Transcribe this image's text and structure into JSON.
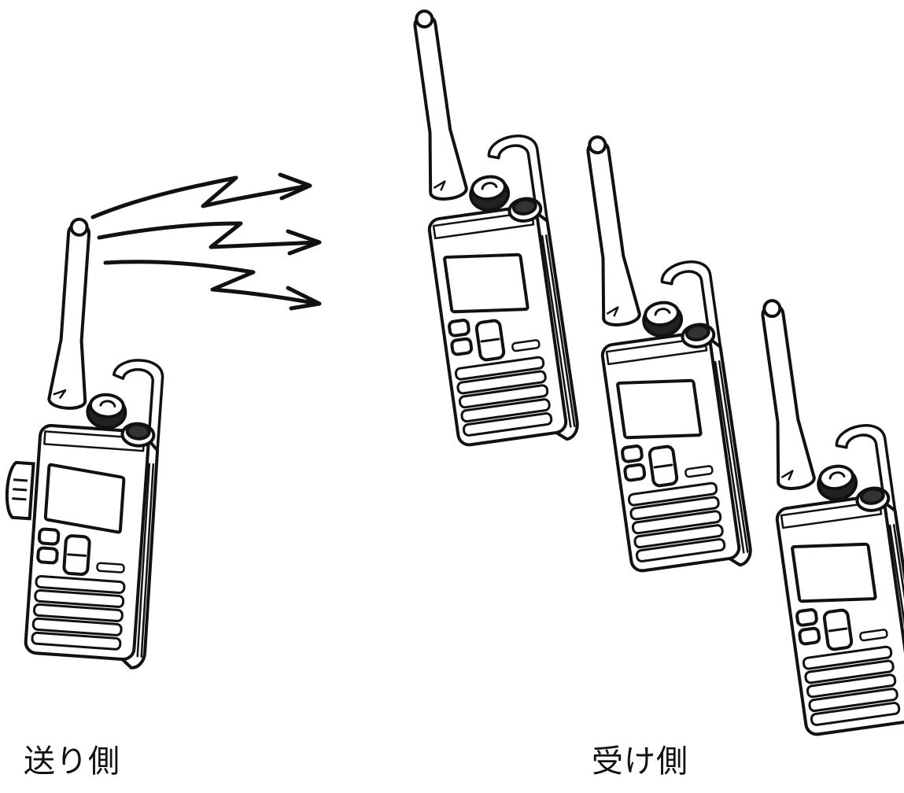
{
  "labels": {
    "sender": "送り側",
    "receiver": "受け側"
  },
  "colors": {
    "line": "#111111",
    "background": "#ffffff"
  },
  "devices": [
    {
      "role": "sender",
      "icon": "walkie-talkie-icon"
    },
    {
      "role": "receiver",
      "icon": "walkie-talkie-icon"
    },
    {
      "role": "receiver",
      "icon": "walkie-talkie-icon"
    },
    {
      "role": "receiver",
      "icon": "walkie-talkie-icon"
    }
  ],
  "signals": [
    {
      "icon": "lightning-arrow-icon"
    },
    {
      "icon": "lightning-arrow-icon"
    },
    {
      "icon": "lightning-arrow-icon"
    }
  ]
}
